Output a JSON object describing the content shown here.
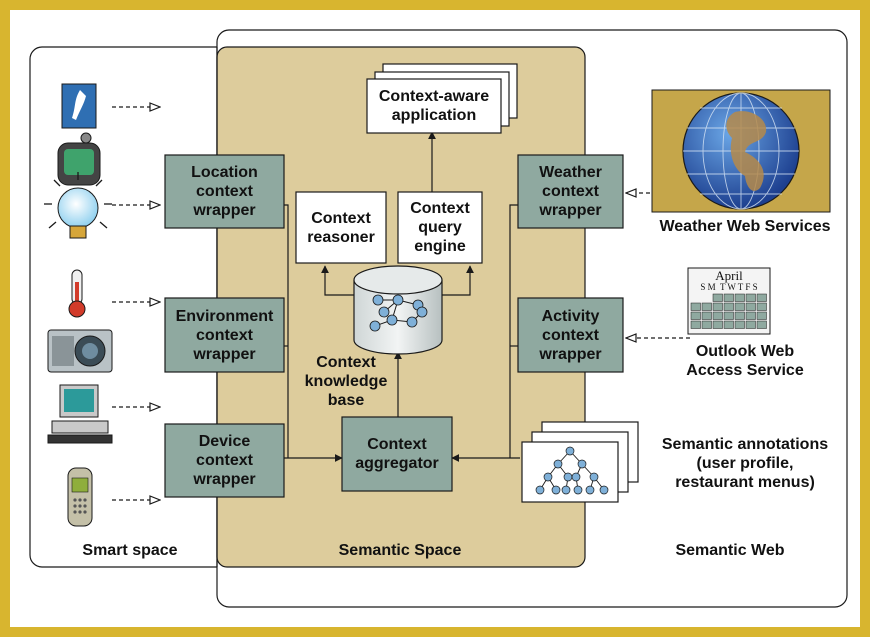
{
  "colors": {
    "border": "#d8b52f",
    "semantic_space_fill": "#ddcc9c",
    "wrapper_fill": "#8fa9a0",
    "white_box": "#ffffff",
    "stroke": "#1a1a1a"
  },
  "spaces": {
    "smart": "Smart space",
    "semantic_space": "Semantic Space",
    "semantic_web": "Semantic Web"
  },
  "wrappers": {
    "location": "Location\ncontext\nwrapper",
    "environment": "Environment\ncontext\nwrapper",
    "device": "Device\ncontext\nwrapper",
    "weather": "Weather\ncontext\nwrapper",
    "activity": "Activity\ncontext\nwrapper"
  },
  "core": {
    "application": "Context-aware\napplication",
    "reasoner": "Context\nreasoner",
    "query_engine": "Context\nquery\nengine",
    "knowledge_base": "Context\nknowledge\nbase",
    "aggregator": "Context\naggregator"
  },
  "services": {
    "weather": "Weather Web Services",
    "outlook": "Outlook Web\nAccess Service",
    "annotations": "Semantic annotations\n(user profile,\nrestaurant menus)"
  },
  "calendar": {
    "month": "April",
    "days": "S M  T W T F S"
  },
  "icons": [
    "pen-sensor-icon",
    "wearable-device-icon",
    "light-bulb-icon",
    "thermometer-icon",
    "projector-icon",
    "desktop-computer-icon",
    "mobile-phone-icon",
    "globe-icon",
    "calendar-icon",
    "tree-graph-icon",
    "database-icon"
  ]
}
